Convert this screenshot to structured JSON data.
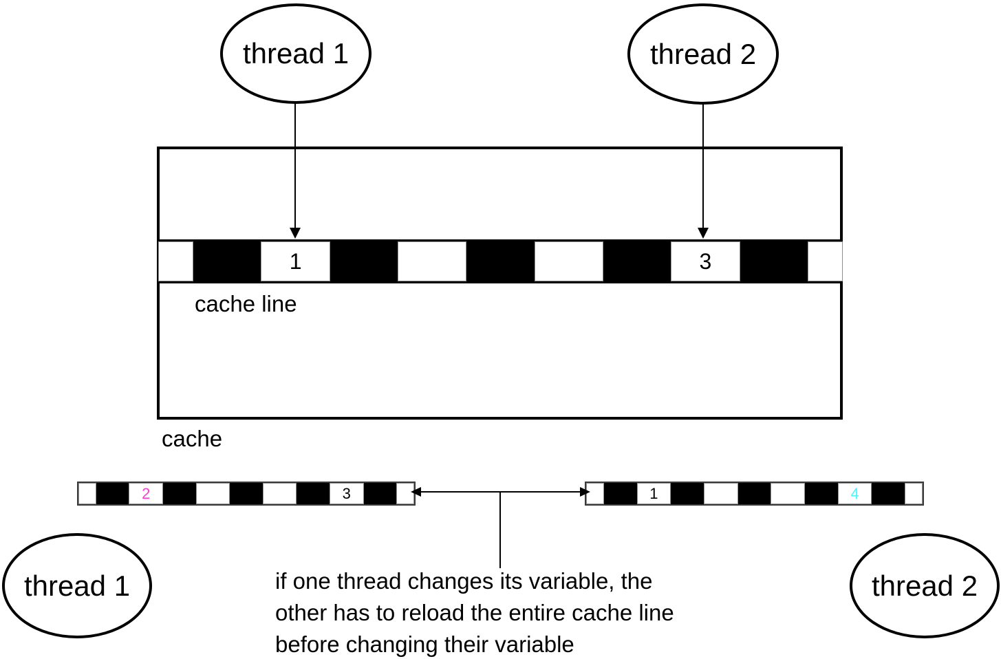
{
  "diagram": {
    "top_thread1_label": "thread 1",
    "top_thread2_label": "thread 2",
    "bottom_thread1_label": "thread 1",
    "bottom_thread2_label": "thread 2",
    "cache_label": "cache",
    "cache_line_label": "cache line",
    "caption": "if one thread changes its variable, the\nother has to reload the entire cache line\nbefore changing their variable"
  },
  "colors": {
    "ink": "#000000",
    "magenta": "#ff3dcf",
    "cyan": "#4df5ff"
  },
  "strips": {
    "cache_line": {
      "cells": [
        {
          "fill": "white",
          "w": 1
        },
        {
          "fill": "black",
          "w": 2
        },
        {
          "fill": "white",
          "w": 2,
          "label": "1",
          "label_color": "#000000"
        },
        {
          "fill": "black",
          "w": 2
        },
        {
          "fill": "white",
          "w": 2
        },
        {
          "fill": "black",
          "w": 2
        },
        {
          "fill": "white",
          "w": 2
        },
        {
          "fill": "black",
          "w": 2
        },
        {
          "fill": "white",
          "w": 2,
          "label": "3",
          "label_color": "#000000"
        },
        {
          "fill": "black",
          "w": 2
        },
        {
          "fill": "white",
          "w": 1
        }
      ]
    },
    "thread1_copy": {
      "cells": [
        {
          "fill": "white",
          "w": 1
        },
        {
          "fill": "black",
          "w": 2
        },
        {
          "fill": "white",
          "w": 2,
          "label": "2",
          "label_color": "#ff3dcf"
        },
        {
          "fill": "black",
          "w": 2
        },
        {
          "fill": "white",
          "w": 2
        },
        {
          "fill": "black",
          "w": 2
        },
        {
          "fill": "white",
          "w": 2
        },
        {
          "fill": "black",
          "w": 2
        },
        {
          "fill": "white",
          "w": 2,
          "label": "3",
          "label_color": "#000000"
        },
        {
          "fill": "black",
          "w": 2
        },
        {
          "fill": "white",
          "w": 1
        }
      ]
    },
    "thread2_copy": {
      "cells": [
        {
          "fill": "white",
          "w": 1
        },
        {
          "fill": "black",
          "w": 2
        },
        {
          "fill": "white",
          "w": 2,
          "label": "1",
          "label_color": "#000000"
        },
        {
          "fill": "black",
          "w": 2
        },
        {
          "fill": "white",
          "w": 2
        },
        {
          "fill": "black",
          "w": 2
        },
        {
          "fill": "white",
          "w": 2
        },
        {
          "fill": "black",
          "w": 2
        },
        {
          "fill": "white",
          "w": 2,
          "label": "4",
          "label_color": "#4df5ff"
        },
        {
          "fill": "black",
          "w": 2
        },
        {
          "fill": "white",
          "w": 1
        }
      ]
    }
  }
}
